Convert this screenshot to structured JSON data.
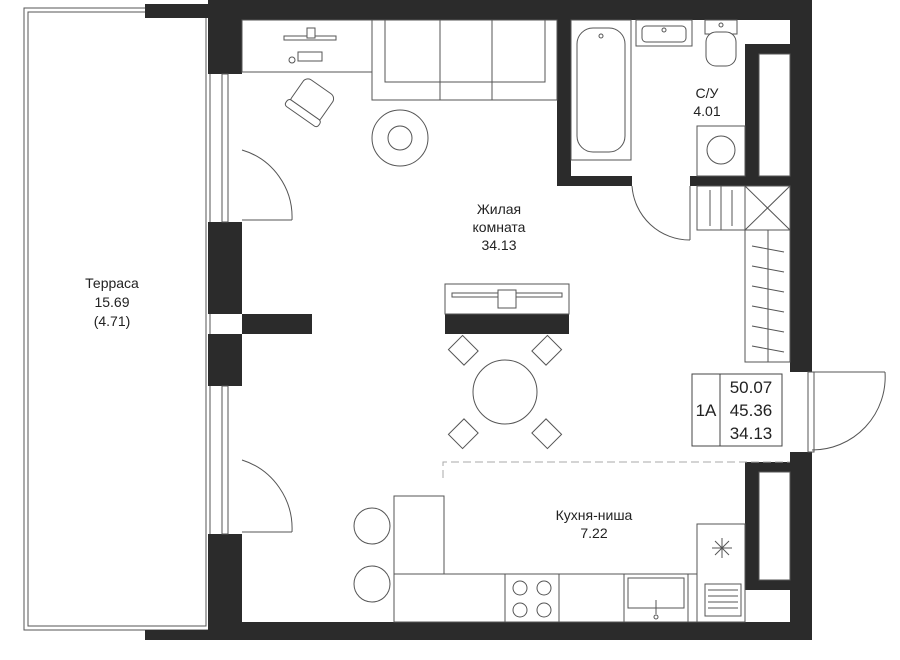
{
  "rooms": {
    "terrace": {
      "name": "Терраса",
      "area": "15.69",
      "area_reduced": "(4.71)"
    },
    "living": {
      "name_line1": "Жилая",
      "name_line2": "комната",
      "area": "34.13"
    },
    "bathroom": {
      "name": "С/У",
      "area": "4.01"
    },
    "kitchen": {
      "name": "Кухня-ниша",
      "area": "7.22"
    }
  },
  "summary": {
    "apartment_type": "1А",
    "total_area": "50.07",
    "area_2": "45.36",
    "living_area": "34.13"
  },
  "colors": {
    "wall": "#2b2b2b",
    "line": "#555555"
  }
}
